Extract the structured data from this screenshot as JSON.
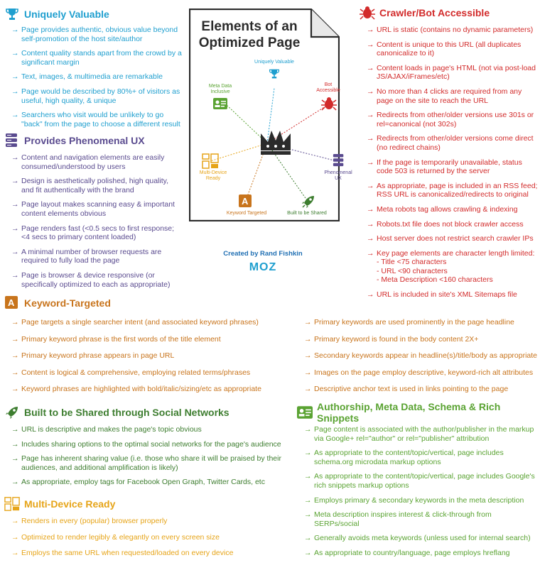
{
  "colors": {
    "teal": "#1f9fcf",
    "purple": "#5a4b8f",
    "red": "#d22b2b",
    "orange": "#c8741c",
    "green": "#3d7d2f",
    "yellow": "#e6a418",
    "lgreen": "#5aa332"
  },
  "center": {
    "title_line1": "Elements of an",
    "title_line2": "Optimized Page",
    "nodes": {
      "uniquely_valuable": "Uniquely Valuable",
      "meta_data_1": "Meta Data",
      "meta_data_2": "Inclusive",
      "bot_1": "Bot",
      "bot_2": "Accessible",
      "multi_1": "Multi-Device",
      "multi_2": "Ready",
      "ux_1": "Phenomenal",
      "ux_2": "UX",
      "keyword": "Keyword Targeted",
      "shared": "Built to be Shared"
    },
    "credit": "Created by Rand Fishkin",
    "logo": "MOZ"
  },
  "uniquely_valuable": {
    "title": "Uniquely Valuable",
    "items": [
      "Page provides authentic, obvious value beyond self-promotion of the host site/author",
      "Content quality stands apart from the crowd by a significant margin",
      "Text, images, & multimedia are remarkable",
      "Page would be described by 80%+ of visitors as useful, high quality, & unique",
      "Searchers who visit would be unlikely to go \"back\" from the page to choose a different result"
    ]
  },
  "phenomenal_ux": {
    "title": "Provides Phenomenal UX",
    "items": [
      "Content and navigation elements are easily consumed/understood by users",
      "Design is aesthetically polished, high quality, and fit authentically with the brand",
      "Page layout makes scanning easy & important content elements obvious",
      "Page renders fast (<0.5 secs to first response; <4 secs to primary content loaded)",
      "A minimal number of browser requests are required to fully load the page",
      "Page is browser & device responsive (or specifically optimized to each as appropriate)"
    ]
  },
  "crawler": {
    "title": "Crawler/Bot Accessible",
    "items": [
      "URL is static (contains no dynamic parameters)",
      "Content is unique to this URL (all duplicates canonicalize to it)",
      "Content loads in page's HTML (not via post-load JS/AJAX/iFrames/etc)",
      "No more than 4 clicks are required from any page on the site to reach the URL",
      "Redirects from other/older versions use 301s or rel=canonical (not 302s)",
      "Redirects from other/older versions come direct (no redirect chains)",
      "If the page is temporarily unavailable, status code 503 is returned by the server",
      "As appropriate, page is included in an RSS feed; RSS URL is canonicalized/redirects to original",
      "Meta robots tag allows crawling & indexing",
      "Robots.txt file does not block crawler access",
      "Host server does not restrict search crawler IPs",
      "Key page elements are character length limited:\n - Title <75 characters\n - URL <90 characters\n - Meta Description <160 characters",
      "URL is included in site's XML Sitemaps file"
    ]
  },
  "keyword": {
    "title": "Keyword-Targeted",
    "left": [
      "Page targets a single searcher intent (and associated keyword phrases)",
      "Primary keyword phrase is the first words of the title element",
      "Primary keyword phrase appears in page URL",
      "Content is logical & comprehensive, employing related terms/phrases",
      "Keyword phrases are highlighted with bold/italic/sizing/etc as appropriate"
    ],
    "right": [
      "Primary keywords are used prominently in the page headline",
      "Primary keyword is found in the body content 2X+",
      "Secondary keywords appear in headline(s)/title/body as appropriate",
      "Images on the page employ descriptive, keyword-rich alt attributes",
      "Descriptive anchor text is used in links pointing to the page"
    ]
  },
  "shared": {
    "title": "Built to be Shared through Social Networks",
    "items": [
      "URL is descriptive and makes the page's topic obvious",
      "Includes sharing options to the optimal social networks for the page's audience",
      "Page has inherent sharing value (i.e. those who share it will be praised by their audiences, and additional amplification is likely)",
      "As appropriate, employ tags for Facebook Open Graph, Twitter Cards, etc"
    ]
  },
  "multi_device": {
    "title": "Multi-Device Ready",
    "items": [
      "Renders in every (popular) browser properly",
      "Optimized to render legibly & elegantly on every screen size",
      "Employs the same URL when requested/loaded on every device"
    ]
  },
  "authorship": {
    "title": "Authorship, Meta Data, Schema & Rich Snippets",
    "items": [
      "Page content is associated with the author/publisher in the markup via Google+ rel=\"author\" or rel=\"publisher\" attribution",
      "As appropriate to the content/topic/vertical, page includes schema.org microdata markup options",
      "As appropriate to the content/topic/vertical, page includes Google's rich snippets markup options",
      "Employs primary & secondary keywords in the meta description",
      "Meta description inspires interest & click-through from SERPs/social",
      "Generally avoids meta keywords (unless used for internal search)",
      "As appropriate to country/language, page employs hreflang"
    ]
  }
}
